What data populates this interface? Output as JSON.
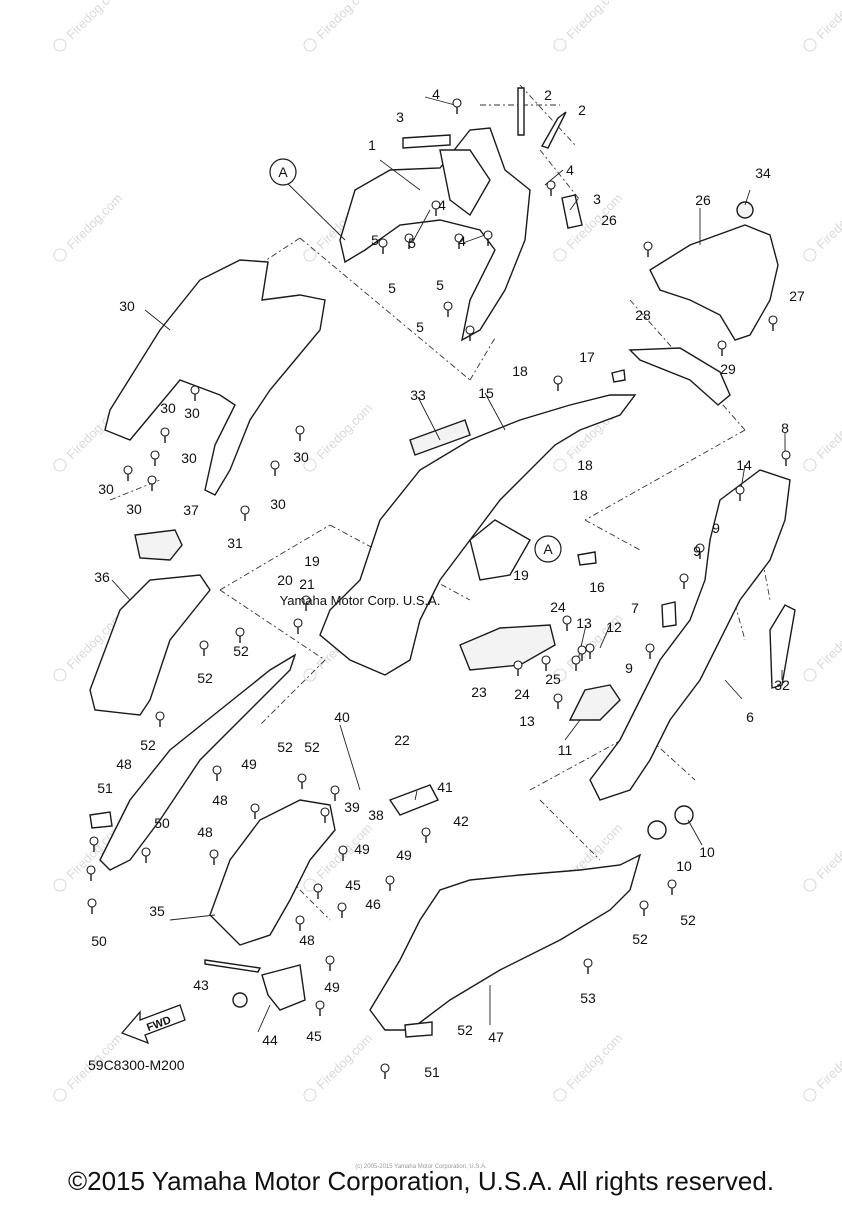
{
  "diagram": {
    "part_code": "59C8300-M200",
    "copyright": "©2015 Yamaha Motor Corporation, U.S.A. All rights reserved.",
    "fine_print": "(c) 2005-2015 Yamaha Motor Corporation, U.S.A.",
    "watermark_text": "Firedog.com",
    "callout_letter": "A",
    "fwd_label": "FWD",
    "center_mark": "Yamaha Motor Corp. U.S.A.",
    "labels": [
      "1",
      "2",
      "2",
      "3",
      "3",
      "4",
      "4",
      "4",
      "4",
      "5",
      "5",
      "5",
      "5",
      "5",
      "6",
      "7",
      "8",
      "9",
      "9",
      "9",
      "10",
      "10",
      "11",
      "12",
      "13",
      "13",
      "14",
      "15",
      "16",
      "17",
      "18",
      "18",
      "18",
      "19",
      "19",
      "20",
      "21",
      "22",
      "23",
      "24",
      "24",
      "25",
      "26",
      "26",
      "27",
      "28",
      "29",
      "30",
      "30",
      "30",
      "30",
      "30",
      "30",
      "30",
      "30",
      "31",
      "32",
      "33",
      "34",
      "35",
      "36",
      "37",
      "38",
      "39",
      "40",
      "41",
      "42",
      "43",
      "44",
      "45",
      "45",
      "46",
      "47",
      "48",
      "48",
      "48",
      "48",
      "49",
      "49",
      "49",
      "49",
      "50",
      "50",
      "51",
      "51",
      "52",
      "52",
      "52",
      "52",
      "52",
      "52",
      "52",
      "52",
      "53"
    ]
  },
  "colors": {
    "line": "#1a1a1a",
    "watermark": "#d9d9d9",
    "background": "#ffffff"
  }
}
